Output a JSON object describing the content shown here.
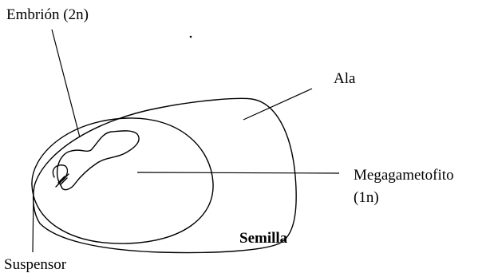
{
  "labels": {
    "embryo": "Embrión (2n)",
    "wing": "Ala",
    "megagametophyte_line1": "Megagametofito",
    "megagametophyte_line2": "(1n)",
    "seed": "Semilla",
    "suspensor": "Suspensor"
  }
}
